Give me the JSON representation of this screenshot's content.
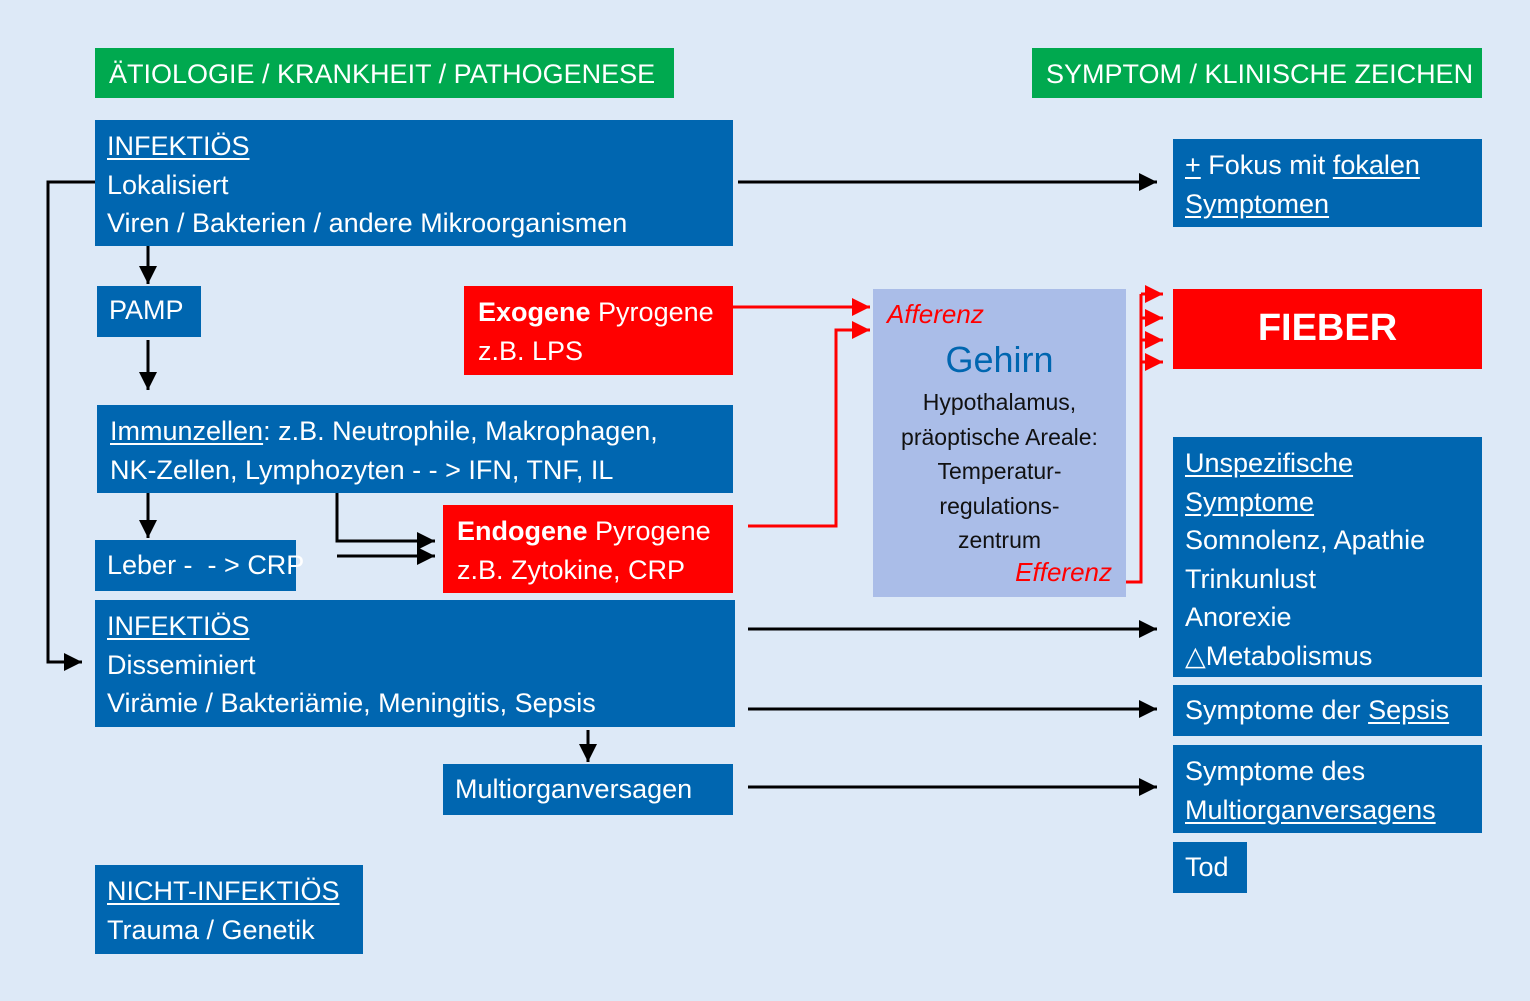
{
  "header_left": "ÄTIOLOGIE / KRANKHEIT / PATHOGENESE",
  "header_right": "SYMPTOM / KLINISCHE ZEICHEN",
  "infektioes_lokal": {
    "title": "INFEKTIÖS",
    "line1": "Lokalisiert",
    "line2": "Viren / Bakterien / andere Mikroorganismen"
  },
  "pamp": "PAMP",
  "exogen": {
    "bold": "Exogene",
    "rest": " Pyrogene",
    "line2": "z.B. LPS"
  },
  "immunzellen": {
    "title": "Immunzellen",
    "line1_rest": ": z.B. Neutrophile, Makrophagen,",
    "line2": "NK-Zellen, Lymphozyten - - > IFN, TNF, IL"
  },
  "leber": "Leber -  - > CRP",
  "endogen": {
    "bold": "Endogene",
    "rest": " Pyrogene",
    "line2": "z.B. Zytokine, CRP"
  },
  "infektioes_dissem": {
    "title": "INFEKTIÖS",
    "line1": "Disseminiert",
    "line2": "Virämie / Bakteriämie, Meningitis, Sepsis"
  },
  "multiorgan": "Multiorganversagen",
  "nicht_infektioes": {
    "title": "NICHT-INFEKTIÖS",
    "line1": "Trauma / Genetik"
  },
  "brain": {
    "afferenz": "Afferenz",
    "title": "Gehirn",
    "lines": [
      "Hypothalamus,",
      "präoptische Areale:",
      "Temperatur-",
      "regulations-",
      "zentrum"
    ],
    "efferenz": "Efferenz"
  },
  "fokus": {
    "plus": "+",
    "text": " Fokus mit ",
    "fokalen": "fokalen",
    "symptomen": "Symptomen"
  },
  "fieber": "FIEBER",
  "unspez": {
    "title1": "Unspezifische",
    "title2": "Symptome",
    "items": [
      "Somnolenz, Apathie",
      "Trinkunlust",
      "Anorexie",
      "△Metabolismus"
    ]
  },
  "sepsis": {
    "pre": "Symptome der ",
    "link": "Sepsis"
  },
  "mov": {
    "line1": "Symptome des",
    "line2": "Multiorganversagens"
  },
  "tod": "Tod",
  "colors": {
    "background": "#dde9f7",
    "blue": "#0066b0",
    "green": "#00a94f",
    "red": "#ff0000",
    "brain": "#aabde8",
    "brain_title": "#0066b0"
  }
}
